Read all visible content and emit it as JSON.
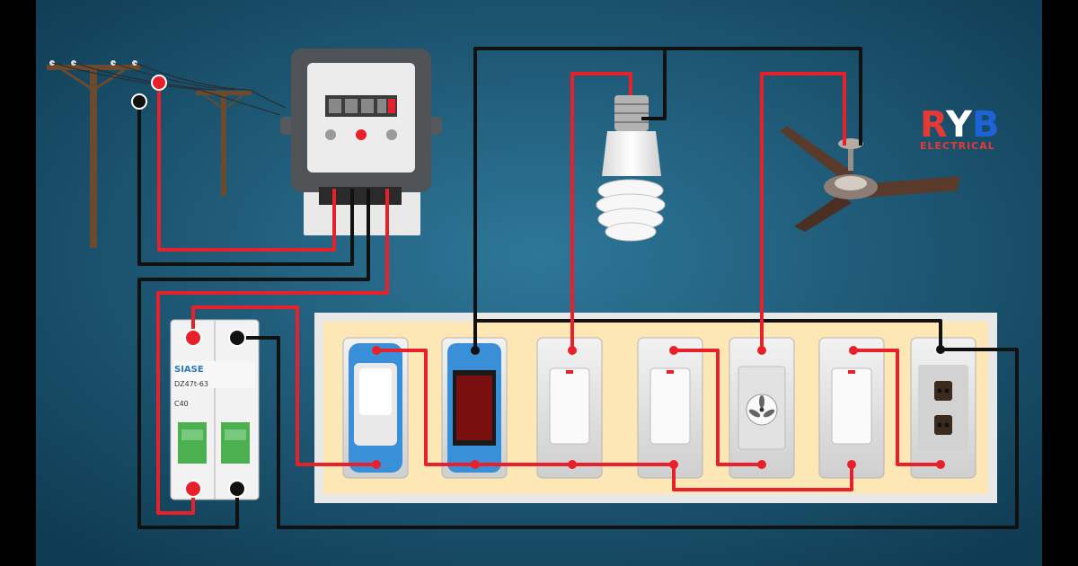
{
  "brand": {
    "letters": [
      "R",
      "Y",
      "B"
    ],
    "colors": [
      "#e53935",
      "#ffffff",
      "#1e63d6"
    ],
    "subtitle": "ELECTRICAL",
    "subtitle_color": "#e53935"
  },
  "mcb": {
    "brand": "SIASE",
    "model": "DZ47t-63",
    "rating": "C40"
  },
  "colors": {
    "background": "#1c5774",
    "phase_wire": "#e8202a",
    "neutral_wire": "#111111",
    "board_fill": "#fce7b5"
  },
  "components": {
    "pole_left": "utility-pole",
    "pole_right": "utility-pole",
    "meter": "energy-meter",
    "lamp": "cfl-bulb",
    "fan": "ceiling-fan",
    "breaker": "double-pole-mcb",
    "board": [
      "main-switch",
      "indicator-lamp",
      "lamp-switch",
      "switch",
      "fan-regulator",
      "socket-switch",
      "power-socket"
    ]
  }
}
